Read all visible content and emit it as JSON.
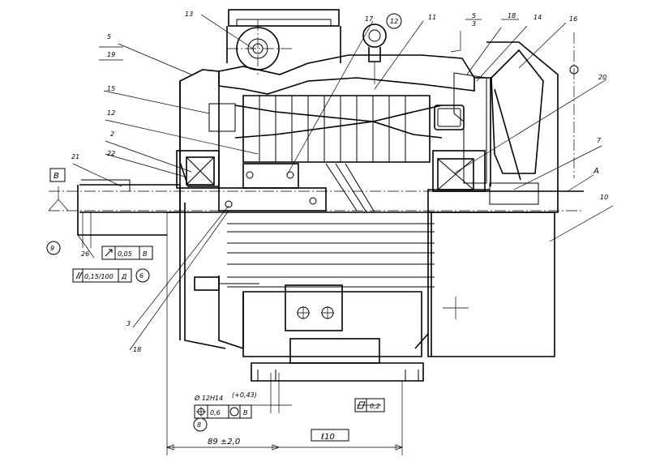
{
  "callouts": {
    "c13": "13",
    "c17": "17",
    "c12a": "12",
    "c11": "11",
    "c5top": "5",
    "c3top": "3",
    "c18top": "18",
    "c14": "14",
    "c16": "16",
    "c5": "5",
    "c19": "19",
    "c15": "15",
    "c12b": "12",
    "c2": "2",
    "c20": "20",
    "c21": "21",
    "c22": "22",
    "c7": "7",
    "c10": "10",
    "c3": "3",
    "c18": "18",
    "c26": "26"
  },
  "datums": {
    "b_datum": "B",
    "a_datum": "A",
    "circle9": "9",
    "circle6": "6",
    "circle8": "8"
  },
  "tolerances": {
    "runout": "0,05",
    "runout_ref": "B",
    "parallel_label": "0,15/100",
    "parallel_ref": "Д",
    "position_value": "0,6",
    "position_ref": "B",
    "flatness": "0,2",
    "hole_spec": "Ø 12H14",
    "hole_dev": "(+0,43)"
  },
  "dimensions": {
    "dist": "89 ±2,0",
    "l10": "ℓ10"
  }
}
